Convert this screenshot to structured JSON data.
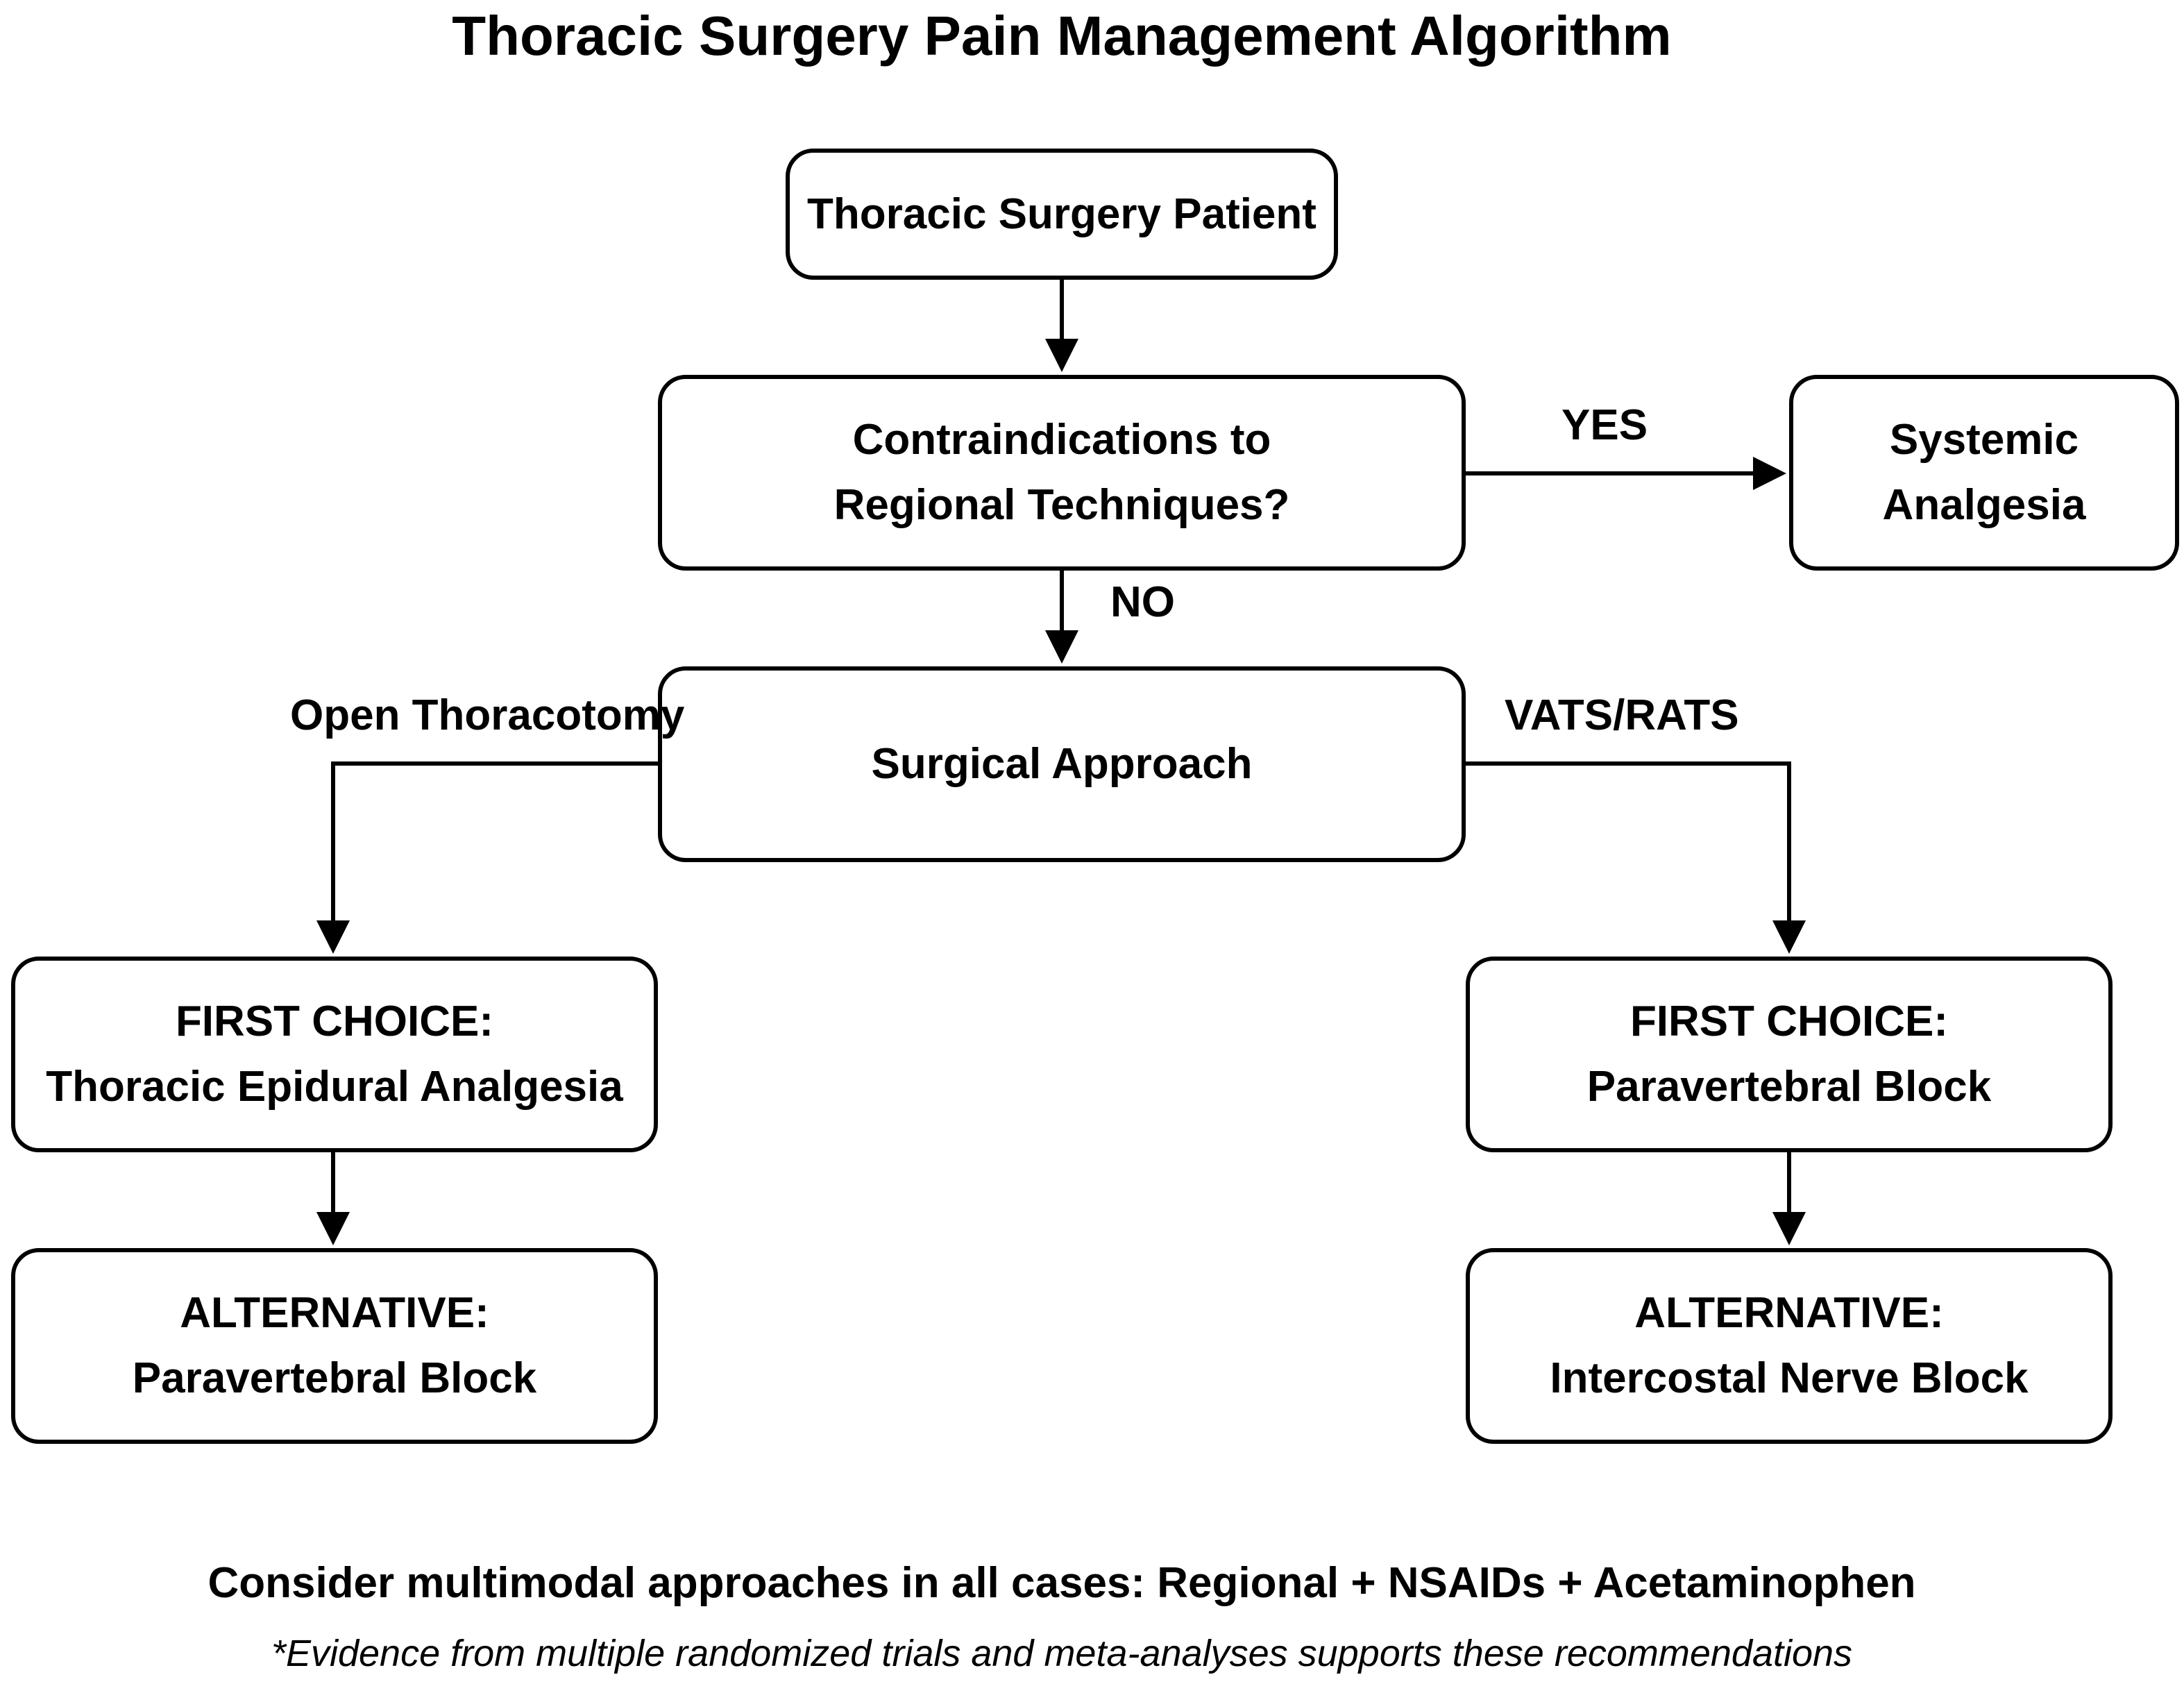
{
  "title": "Thoracic Surgery Pain Management Algorithm",
  "nodes": {
    "patient": "Thoracic Surgery Patient",
    "contraindications": [
      "Contraindications to",
      "Regional Techniques?"
    ],
    "systemic": [
      "Systemic",
      "Analgesia"
    ],
    "approach": "Surgical Approach",
    "open_first": [
      "FIRST CHOICE:",
      "Thoracic Epidural Analgesia"
    ],
    "open_alt": [
      "ALTERNATIVE:",
      "Paravertebral Block"
    ],
    "vats_first": [
      "FIRST CHOICE:",
      "Paravertebral Block"
    ],
    "vats_alt": [
      "ALTERNATIVE:",
      "Intercostal Nerve Block"
    ]
  },
  "edge_labels": {
    "yes": "YES",
    "no": "NO",
    "open": "Open Thoracotomy",
    "vats": "VATS/RATS"
  },
  "footer": {
    "note": "Consider multimodal approaches in all cases: Regional + NSAIDs + Acetaminophen",
    "evidence": "*Evidence from multiple randomized trials and meta-analyses supports these recommendations"
  }
}
